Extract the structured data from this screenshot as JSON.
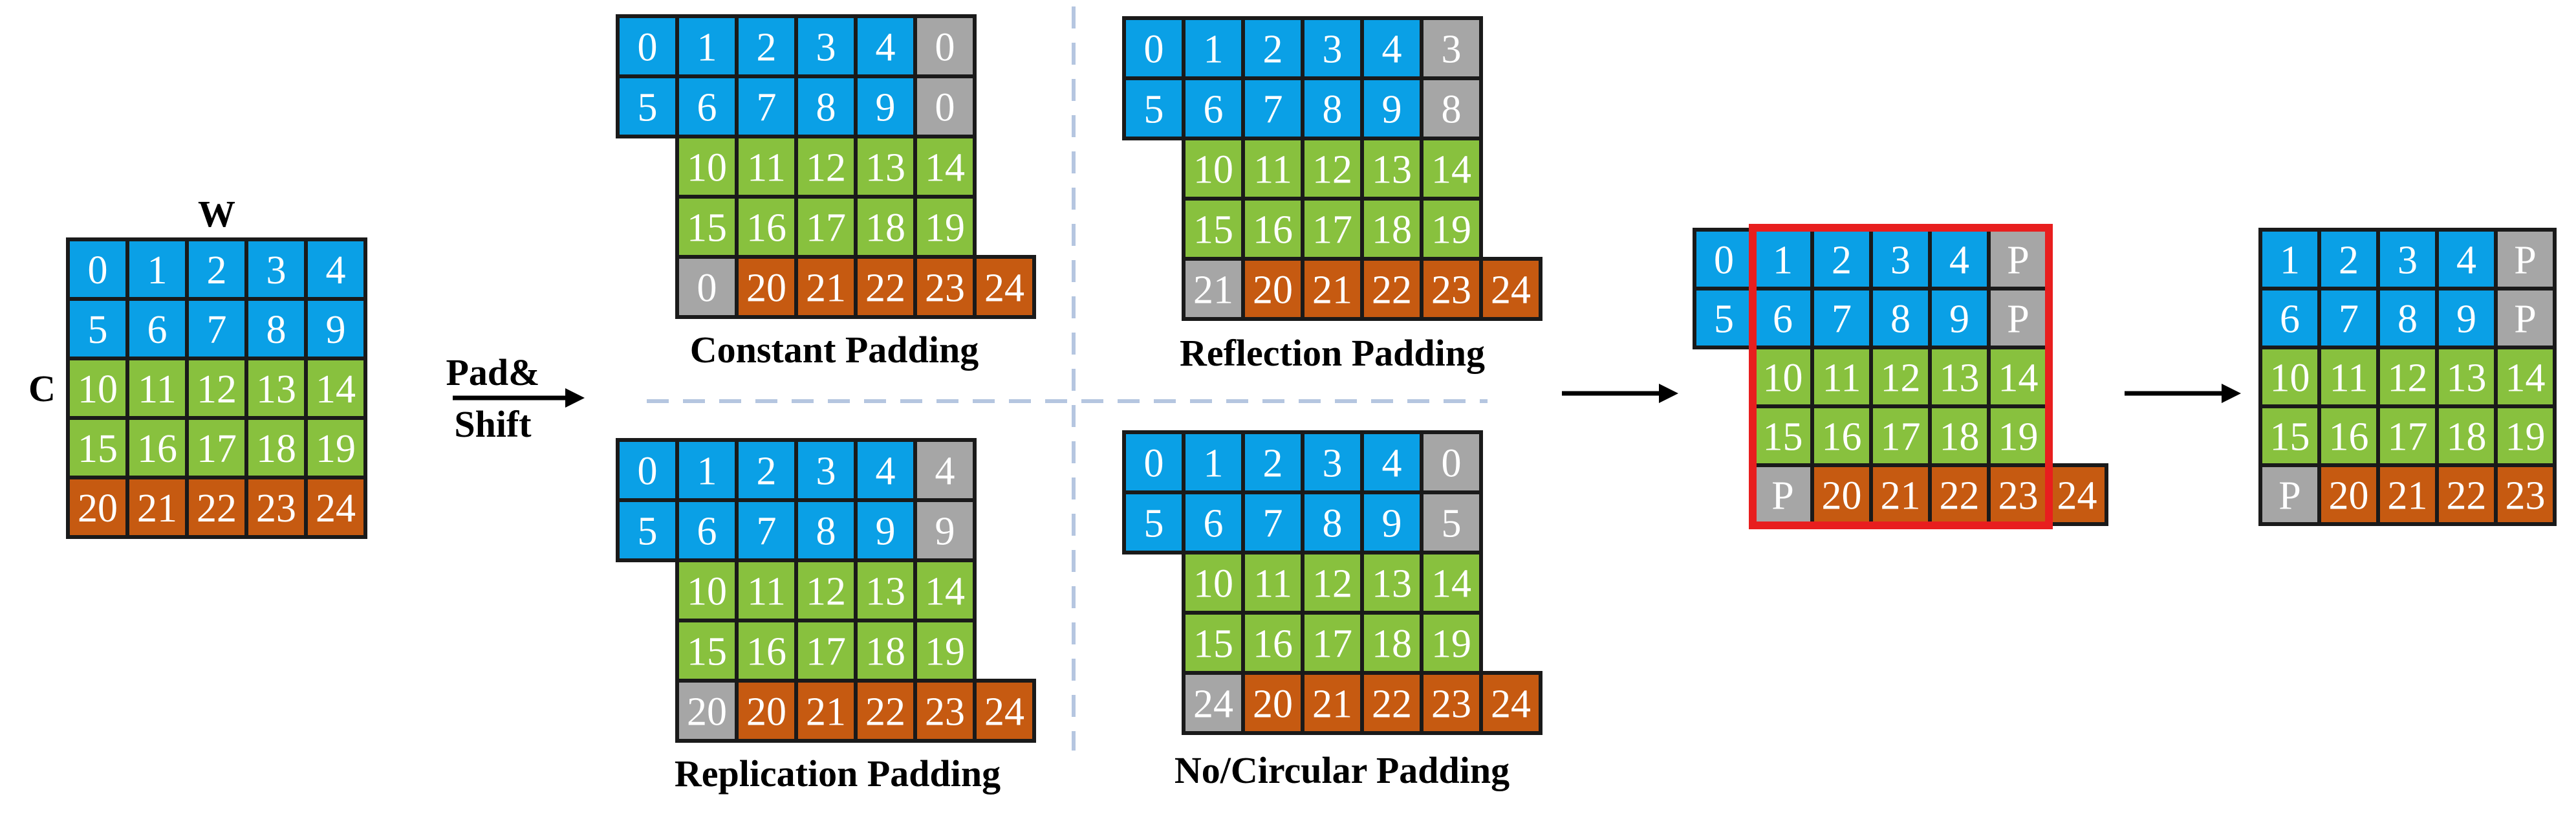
{
  "colors": {
    "blue": "#0aa0e6",
    "green": "#88c13e",
    "orange": "#c65a11",
    "gray": "#a6a6a6",
    "border": "#1a1a1a",
    "crop_box": "#e81e1e",
    "dashed_divider": "#b5c6e0"
  },
  "labels": {
    "width": "W",
    "channel": "C",
    "pad_shift_line1": "Pad&",
    "pad_shift_line2": "Shift",
    "constant": "Constant Padding",
    "reflection": "Reflection Padding",
    "replication": "Replication Padding",
    "circular": "No/Circular Padding"
  },
  "grids": {
    "input": [
      [
        [
          "0",
          "blue"
        ],
        [
          "1",
          "blue"
        ],
        [
          "2",
          "blue"
        ],
        [
          "3",
          "blue"
        ],
        [
          "4",
          "blue"
        ]
      ],
      [
        [
          "5",
          "blue"
        ],
        [
          "6",
          "blue"
        ],
        [
          "7",
          "blue"
        ],
        [
          "8",
          "blue"
        ],
        [
          "9",
          "blue"
        ]
      ],
      [
        [
          "10",
          "green"
        ],
        [
          "11",
          "green"
        ],
        [
          "12",
          "green"
        ],
        [
          "13",
          "green"
        ],
        [
          "14",
          "green"
        ]
      ],
      [
        [
          "15",
          "green"
        ],
        [
          "16",
          "green"
        ],
        [
          "17",
          "green"
        ],
        [
          "18",
          "green"
        ],
        [
          "19",
          "green"
        ]
      ],
      [
        [
          "20",
          "orange"
        ],
        [
          "21",
          "orange"
        ],
        [
          "22",
          "orange"
        ],
        [
          "23",
          "orange"
        ],
        [
          "24",
          "orange"
        ]
      ]
    ],
    "constant": [
      [
        [
          "0",
          "blue"
        ],
        [
          "1",
          "blue"
        ],
        [
          "2",
          "blue"
        ],
        [
          "3",
          "blue"
        ],
        [
          "4",
          "blue"
        ],
        [
          "0",
          "gray"
        ]
      ],
      [
        [
          "5",
          "blue"
        ],
        [
          "6",
          "blue"
        ],
        [
          "7",
          "blue"
        ],
        [
          "8",
          "blue"
        ],
        [
          "9",
          "blue"
        ],
        [
          "0",
          "gray"
        ]
      ],
      [
        [
          "10",
          "green"
        ],
        [
          "11",
          "green"
        ],
        [
          "12",
          "green"
        ],
        [
          "13",
          "green"
        ],
        [
          "14",
          "green"
        ]
      ],
      [
        [
          "15",
          "green"
        ],
        [
          "16",
          "green"
        ],
        [
          "17",
          "green"
        ],
        [
          "18",
          "green"
        ],
        [
          "19",
          "green"
        ]
      ],
      [
        [
          "0",
          "gray"
        ],
        [
          "20",
          "orange"
        ],
        [
          "21",
          "orange"
        ],
        [
          "22",
          "orange"
        ],
        [
          "23",
          "orange"
        ],
        [
          "24",
          "orange"
        ]
      ]
    ],
    "reflection": [
      [
        [
          "0",
          "blue"
        ],
        [
          "1",
          "blue"
        ],
        [
          "2",
          "blue"
        ],
        [
          "3",
          "blue"
        ],
        [
          "4",
          "blue"
        ],
        [
          "3",
          "gray"
        ]
      ],
      [
        [
          "5",
          "blue"
        ],
        [
          "6",
          "blue"
        ],
        [
          "7",
          "blue"
        ],
        [
          "8",
          "blue"
        ],
        [
          "9",
          "blue"
        ],
        [
          "8",
          "gray"
        ]
      ],
      [
        [
          "10",
          "green"
        ],
        [
          "11",
          "green"
        ],
        [
          "12",
          "green"
        ],
        [
          "13",
          "green"
        ],
        [
          "14",
          "green"
        ]
      ],
      [
        [
          "15",
          "green"
        ],
        [
          "16",
          "green"
        ],
        [
          "17",
          "green"
        ],
        [
          "18",
          "green"
        ],
        [
          "19",
          "green"
        ]
      ],
      [
        [
          "21",
          "gray"
        ],
        [
          "20",
          "orange"
        ],
        [
          "21",
          "orange"
        ],
        [
          "22",
          "orange"
        ],
        [
          "23",
          "orange"
        ],
        [
          "24",
          "orange"
        ]
      ]
    ],
    "replication": [
      [
        [
          "0",
          "blue"
        ],
        [
          "1",
          "blue"
        ],
        [
          "2",
          "blue"
        ],
        [
          "3",
          "blue"
        ],
        [
          "4",
          "blue"
        ],
        [
          "4",
          "gray"
        ]
      ],
      [
        [
          "5",
          "blue"
        ],
        [
          "6",
          "blue"
        ],
        [
          "7",
          "blue"
        ],
        [
          "8",
          "blue"
        ],
        [
          "9",
          "blue"
        ],
        [
          "9",
          "gray"
        ]
      ],
      [
        [
          "10",
          "green"
        ],
        [
          "11",
          "green"
        ],
        [
          "12",
          "green"
        ],
        [
          "13",
          "green"
        ],
        [
          "14",
          "green"
        ]
      ],
      [
        [
          "15",
          "green"
        ],
        [
          "16",
          "green"
        ],
        [
          "17",
          "green"
        ],
        [
          "18",
          "green"
        ],
        [
          "19",
          "green"
        ]
      ],
      [
        [
          "20",
          "gray"
        ],
        [
          "20",
          "orange"
        ],
        [
          "21",
          "orange"
        ],
        [
          "22",
          "orange"
        ],
        [
          "23",
          "orange"
        ],
        [
          "24",
          "orange"
        ]
      ]
    ],
    "circular": [
      [
        [
          "0",
          "blue"
        ],
        [
          "1",
          "blue"
        ],
        [
          "2",
          "blue"
        ],
        [
          "3",
          "blue"
        ],
        [
          "4",
          "blue"
        ],
        [
          "0",
          "gray"
        ]
      ],
      [
        [
          "5",
          "blue"
        ],
        [
          "6",
          "blue"
        ],
        [
          "7",
          "blue"
        ],
        [
          "8",
          "blue"
        ],
        [
          "9",
          "blue"
        ],
        [
          "5",
          "gray"
        ]
      ],
      [
        [
          "10",
          "green"
        ],
        [
          "11",
          "green"
        ],
        [
          "12",
          "green"
        ],
        [
          "13",
          "green"
        ],
        [
          "14",
          "green"
        ]
      ],
      [
        [
          "15",
          "green"
        ],
        [
          "16",
          "green"
        ],
        [
          "17",
          "green"
        ],
        [
          "18",
          "green"
        ],
        [
          "19",
          "green"
        ]
      ],
      [
        [
          "24",
          "gray"
        ],
        [
          "20",
          "orange"
        ],
        [
          "21",
          "orange"
        ],
        [
          "22",
          "orange"
        ],
        [
          "23",
          "orange"
        ],
        [
          "24",
          "orange"
        ]
      ]
    ],
    "generic": [
      [
        [
          "0",
          "blue"
        ],
        [
          "1",
          "blue"
        ],
        [
          "2",
          "blue"
        ],
        [
          "3",
          "blue"
        ],
        [
          "4",
          "blue"
        ],
        [
          "P",
          "gray"
        ]
      ],
      [
        [
          "5",
          "blue"
        ],
        [
          "6",
          "blue"
        ],
        [
          "7",
          "blue"
        ],
        [
          "8",
          "blue"
        ],
        [
          "9",
          "blue"
        ],
        [
          "P",
          "gray"
        ]
      ],
      [
        [
          "10",
          "green"
        ],
        [
          "11",
          "green"
        ],
        [
          "12",
          "green"
        ],
        [
          "13",
          "green"
        ],
        [
          "14",
          "green"
        ]
      ],
      [
        [
          "15",
          "green"
        ],
        [
          "16",
          "green"
        ],
        [
          "17",
          "green"
        ],
        [
          "18",
          "green"
        ],
        [
          "19",
          "green"
        ]
      ],
      [
        [
          "P",
          "gray"
        ],
        [
          "20",
          "orange"
        ],
        [
          "21",
          "orange"
        ],
        [
          "22",
          "orange"
        ],
        [
          "23",
          "orange"
        ],
        [
          "24",
          "orange"
        ]
      ]
    ],
    "output": [
      [
        [
          "1",
          "blue"
        ],
        [
          "2",
          "blue"
        ],
        [
          "3",
          "blue"
        ],
        [
          "4",
          "blue"
        ],
        [
          "P",
          "gray"
        ]
      ],
      [
        [
          "6",
          "blue"
        ],
        [
          "7",
          "blue"
        ],
        [
          "8",
          "blue"
        ],
        [
          "9",
          "blue"
        ],
        [
          "P",
          "gray"
        ]
      ],
      [
        [
          "10",
          "green"
        ],
        [
          "11",
          "green"
        ],
        [
          "12",
          "green"
        ],
        [
          "13",
          "green"
        ],
        [
          "14",
          "green"
        ]
      ],
      [
        [
          "15",
          "green"
        ],
        [
          "16",
          "green"
        ],
        [
          "17",
          "green"
        ],
        [
          "18",
          "green"
        ],
        [
          "19",
          "green"
        ]
      ],
      [
        [
          "P",
          "gray"
        ],
        [
          "20",
          "orange"
        ],
        [
          "21",
          "orange"
        ],
        [
          "22",
          "orange"
        ],
        [
          "23",
          "orange"
        ]
      ]
    ]
  }
}
